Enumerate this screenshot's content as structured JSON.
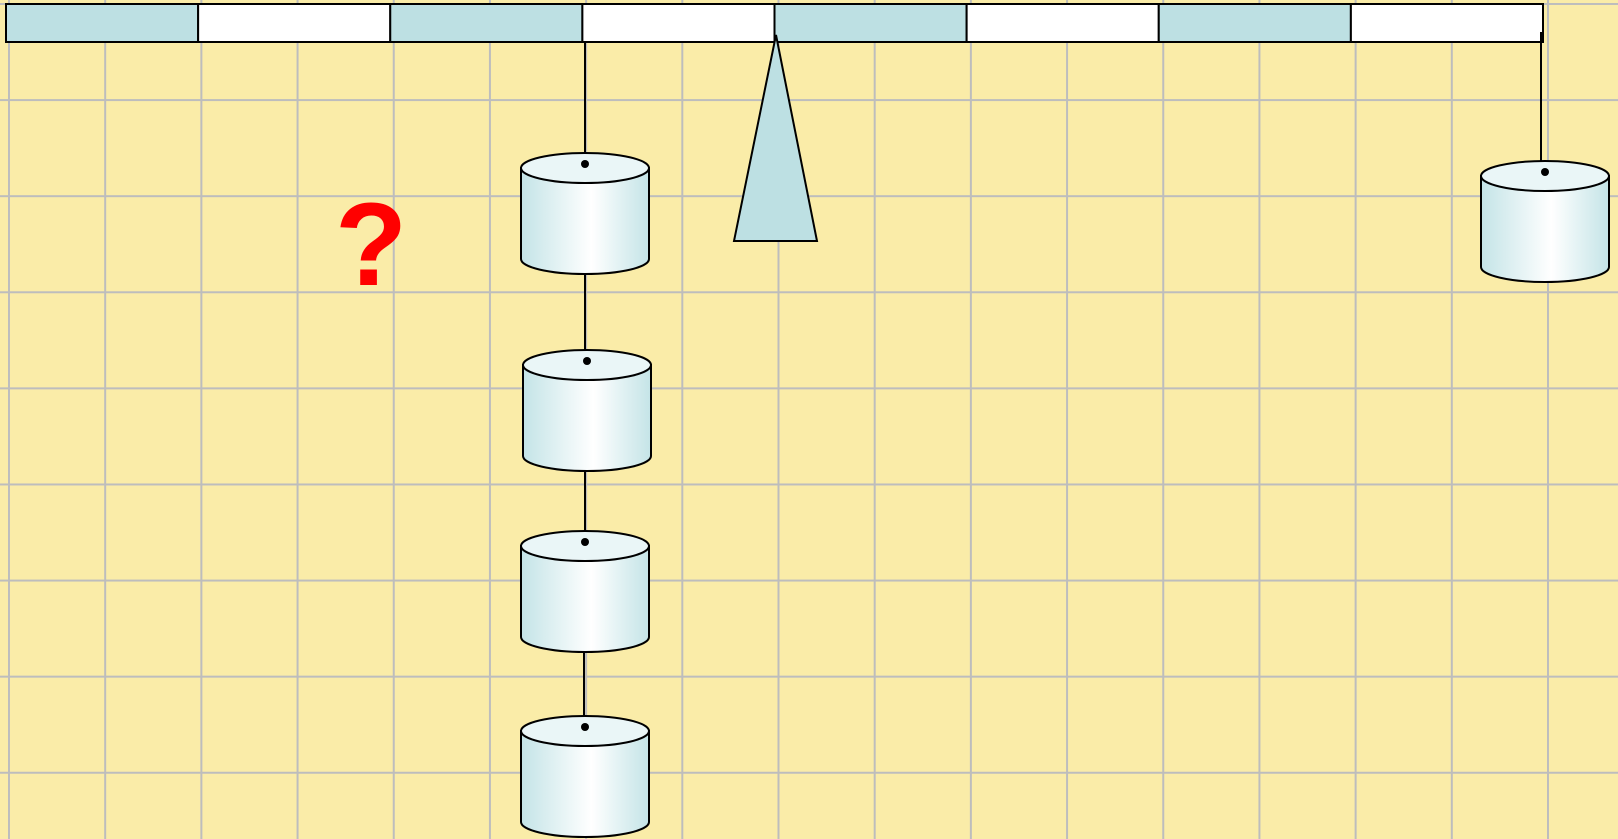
{
  "lever": {
    "segments": 8,
    "colors": [
      "#bde0e3",
      "#ffffff",
      "#bde0e3",
      "#ffffff",
      "#bde0e3",
      "#ffffff",
      "#bde0e3",
      "#ffffff"
    ],
    "outline_color": "#000000"
  },
  "fulcrum": {
    "color": "#bde0e3"
  },
  "weights": {
    "left_stack_count": 4,
    "right_stack_count": 1,
    "fill_edge_color": "#c4e4e7",
    "fill_center_color": "#ffffff"
  },
  "question_mark": {
    "text": "?",
    "color": "#ff0000"
  },
  "grid": {
    "background_color": "#faeca8",
    "line_color": "#bdbdbd"
  }
}
